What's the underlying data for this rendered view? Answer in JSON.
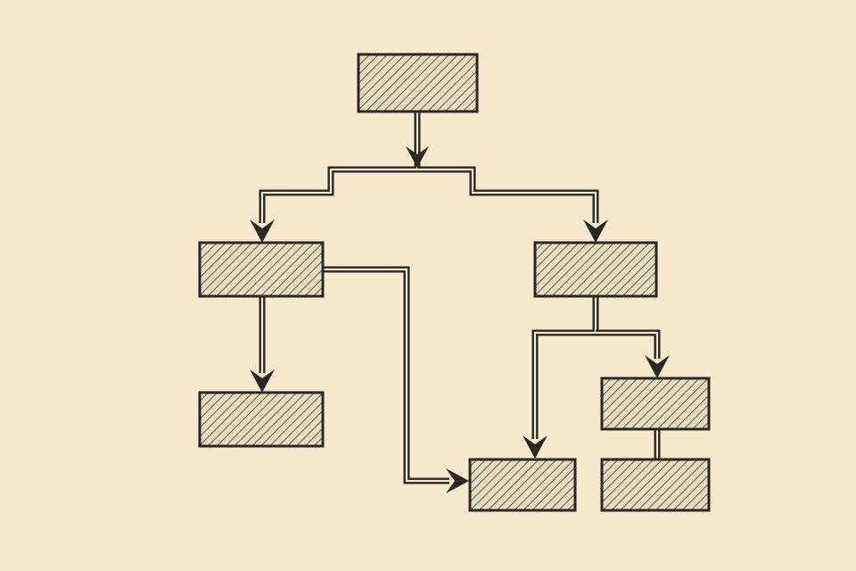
{
  "diagram": {
    "type": "flowchart",
    "style": "hand-drawn hatched boxes",
    "colors": {
      "background": "#f6e9cd",
      "box_fill": "#e8dcc0",
      "hatch": "#3a342f",
      "stroke": "#2b2723"
    },
    "nodes": [
      {
        "id": "root",
        "label": ""
      },
      {
        "id": "left",
        "label": ""
      },
      {
        "id": "right",
        "label": ""
      },
      {
        "id": "left-child",
        "label": ""
      },
      {
        "id": "bottom-center",
        "label": ""
      },
      {
        "id": "right-child",
        "label": ""
      },
      {
        "id": "right-grandchild",
        "label": ""
      }
    ],
    "edges": [
      {
        "from": "root",
        "to": "left"
      },
      {
        "from": "root",
        "to": "right"
      },
      {
        "from": "left",
        "to": "left-child"
      },
      {
        "from": "left",
        "to": "bottom-center"
      },
      {
        "from": "right",
        "to": "bottom-center"
      },
      {
        "from": "right",
        "to": "right-child"
      },
      {
        "from": "right-child",
        "to": "right-grandchild"
      }
    ]
  }
}
